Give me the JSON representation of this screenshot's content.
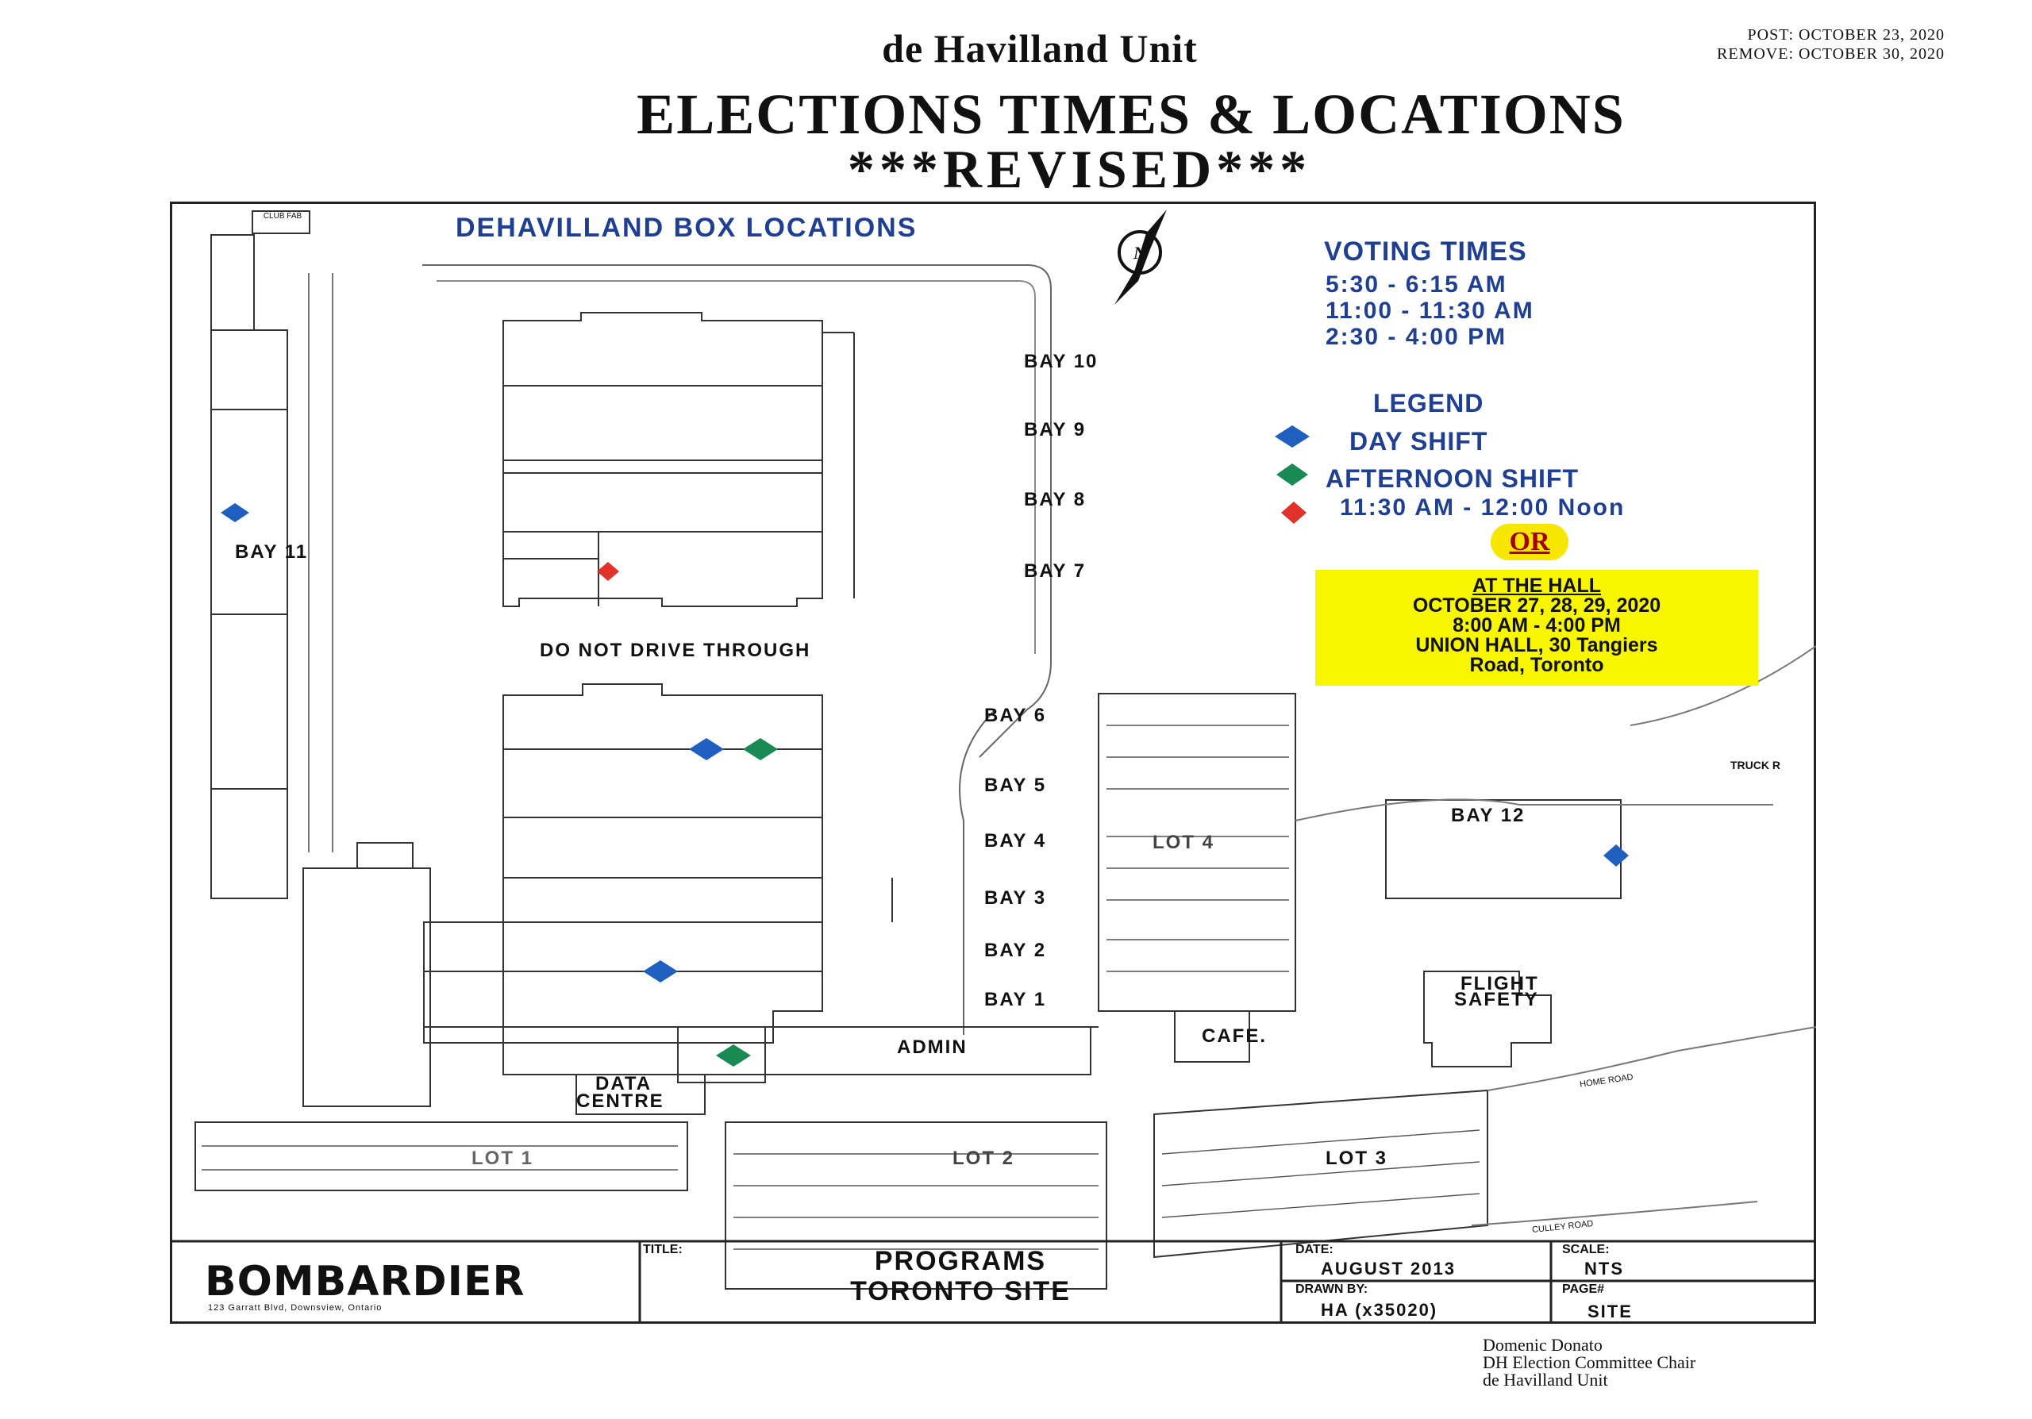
{
  "header": {
    "unit": "de Havilland Unit",
    "post": "POST: OCTOBER 23, 2020",
    "remove": "REMOVE: OCTOBER 30, 2020",
    "title": "ELECTIONS TIMES & LOCATIONS",
    "subtitle": "***REVISED***"
  },
  "map": {
    "box_title": "DEHAVILLAND BOX LOCATIONS",
    "north": "N",
    "club_label": "CLUB FAB",
    "voting_times": {
      "title": "VOTING TIMES",
      "times": [
        "5:30 - 6:15 AM",
        "11:00 - 11:30 AM",
        "2:30 - 4:00 PM"
      ]
    },
    "legend": {
      "title": "LEGEND",
      "day": "DAY SHIFT",
      "afternoon": "AFTERNOON SHIFT",
      "red_time": "11:30 AM - 12:00 Noon",
      "colors": {
        "day": "#1f5fbf",
        "afternoon": "#1a8a55",
        "red": "#e0312b"
      }
    },
    "or_label": "OR",
    "hall": {
      "heading": "AT THE HALL",
      "dates": "OCTOBER 27, 28, 29, 2020",
      "time": "8:00 AM - 4:00 PM",
      "place": "UNION HALL, 30 Tangiers",
      "place2": "Road, Toronto"
    },
    "labels": {
      "bay11": "BAY 11",
      "bay10": "BAY 10",
      "bay9": "BAY 9",
      "bay8": "BAY 8",
      "bay7": "BAY 7",
      "bay6": "BAY 6",
      "bay5": "BAY 5",
      "bay4": "BAY 4",
      "bay3": "BAY 3",
      "bay2": "BAY 2",
      "bay1": "BAY 1",
      "bay12": "BAY 12",
      "no_drive": "DO NOT DRIVE THROUGH",
      "lot4": "LOT 4",
      "lot1": "LOT 1",
      "lot2": "LOT 2",
      "lot3": "LOT 3",
      "admin": "ADMIN",
      "cafe": "CAFE.",
      "flight": "FLIGHT",
      "safety": "SAFETY",
      "data": "DATA",
      "centre": "CENTRE",
      "truck": "TRUCK R",
      "home_road": "HOME ROAD",
      "culley_road": "CULLEY ROAD"
    }
  },
  "title_block": {
    "logo": "BOMBARDIER",
    "address": "123 Garratt Blvd, Downsview, Ontario",
    "title_label": "TITLE:",
    "title_line1": "PROGRAMS",
    "title_line2": "TORONTO SITE",
    "date_label": "DATE:",
    "date": "AUGUST 2013",
    "drawn_label": "DRAWN BY:",
    "drawn": "HA (x35020)",
    "scale_label": "SCALE:",
    "scale": "NTS",
    "page_label": "PAGE#",
    "page": "SITE"
  },
  "signature": {
    "name": "Domenic Donato",
    "role": "DH Election Committee Chair",
    "unit": "de Havilland Unit"
  }
}
